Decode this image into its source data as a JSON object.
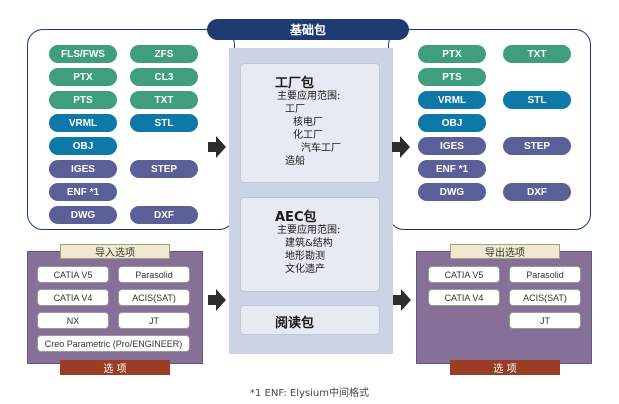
{
  "title": "基础包",
  "left_formats": [
    "FLS/FWS",
    "ZFS",
    "PTX",
    "CL3",
    "PTS",
    "TXT",
    "VRML",
    "STL",
    "OBJ",
    "IGES",
    "STEP",
    "ENF *1",
    "DWG",
    "DXF"
  ],
  "right_formats": [
    "PTX",
    "TXT",
    "PTS",
    "VRML",
    "STL",
    "OBJ",
    "IGES",
    "STEP",
    "ENF *1",
    "DWG",
    "DXF"
  ],
  "factory": {
    "title": "工厂包",
    "scope_label": "主要应用范围:",
    "items": [
      "工厂",
      "核电厂",
      "化工厂",
      "汽车工厂",
      "造船"
    ]
  },
  "aec": {
    "title": "AEC包",
    "scope_label": "主要应用范围:",
    "items": [
      "建筑&结构",
      "地形勘测",
      "文化遗产"
    ]
  },
  "viewer": {
    "title": "阅读包"
  },
  "import_options": {
    "header": "导入选项",
    "footer": "选 项",
    "items": [
      "CATIA V5",
      "Parasolid",
      "CATIA V4",
      "ACIS(SAT)",
      "NX",
      "JT",
      "Creo Parametric (Pro/ENGINEER)"
    ]
  },
  "export_options": {
    "header": "导出选项",
    "footer": "选 项",
    "items": [
      "CATIA V5",
      "Parasolid",
      "CATIA V4",
      "ACIS(SAT)",
      "JT"
    ]
  },
  "footnote": "*1 ENF: Elysium中间格式",
  "colors": {
    "navy": "#1e3a73",
    "green": "#3f9e7e",
    "blue": "#0e78a8",
    "purple": "#5b5f97",
    "option_bg": "#877097",
    "option_footer": "#9a3d25",
    "center_bg": "#cbd3e4"
  }
}
